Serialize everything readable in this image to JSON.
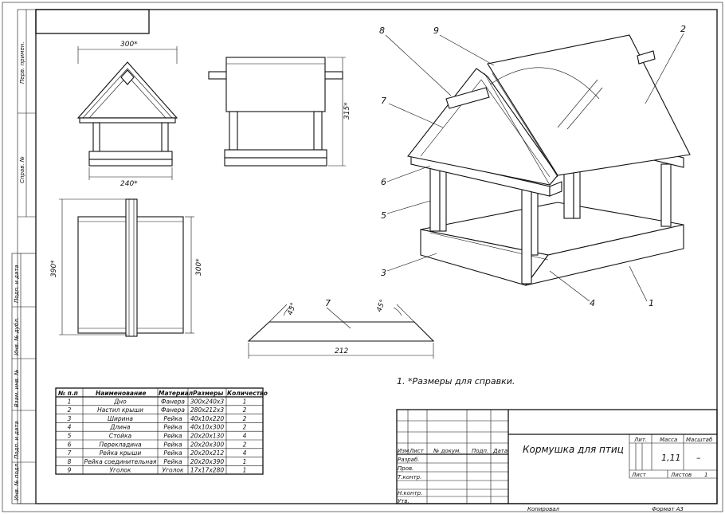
{
  "side_stamps": [
    "Перв. примен.",
    "Справ. №",
    "Подп. и дата",
    "Инв. № дубл.",
    "Взам. инв. №",
    "Подп. и дата",
    "Инв. № подл."
  ],
  "dimensions": {
    "front_width_top": "300*",
    "front_width_bottom": "240*",
    "side_height": "315*",
    "plan_height": "390*",
    "plan_width": "300*",
    "strip_length": "212",
    "angle_left": "45°",
    "angle_right": "45°"
  },
  "callouts": [
    "1",
    "2",
    "3",
    "4",
    "5",
    "6",
    "7",
    "8",
    "9"
  ],
  "strip_label": "7",
  "note": "1. *Размеры для справки.",
  "parts_table": {
    "headers": [
      "№ п.п",
      "Наименование",
      "Материал",
      "Размеры",
      "Количество"
    ],
    "rows": [
      [
        "1",
        "Дно",
        "Фанера",
        "300х240х3",
        "1"
      ],
      [
        "2",
        "Настил крыши",
        "Фанера",
        "280х212х3",
        "2"
      ],
      [
        "3",
        "Ширина",
        "Рейка",
        "40х10х220",
        "2"
      ],
      [
        "4",
        "Длина",
        "Рейка",
        "40х10х300",
        "2"
      ],
      [
        "5",
        "Стойка",
        "Рейка",
        "20х20х130",
        "4"
      ],
      [
        "6",
        "Перекладина",
        "Рейка",
        "20х20х300",
        "2"
      ],
      [
        "7",
        "Рейка крыши",
        "Рейка",
        "20х20х212",
        "4"
      ],
      [
        "8",
        "Рейка соединительная",
        "Рейка",
        "20х20х390",
        "1"
      ],
      [
        "9",
        "Уголок",
        "Уголок",
        "17х17х280",
        "1"
      ]
    ]
  },
  "title_block": {
    "row_labels": [
      "Изм",
      "Лист",
      "№ докум.",
      "Подп.",
      "Дата"
    ],
    "roles": [
      "Разраб.",
      "Пров.",
      "Т.контр.",
      "Н.контр.",
      "Утв."
    ],
    "title": "Кормушка для птиц",
    "lit": "Лит.",
    "mass": "Масса",
    "scale": "Масштаб",
    "mass_value": "1,11",
    "scale_value": "–",
    "sheet": "Лист",
    "sheets": "Листов",
    "sheets_value": "1",
    "copied": "Копировал",
    "format": "Формат А3"
  }
}
